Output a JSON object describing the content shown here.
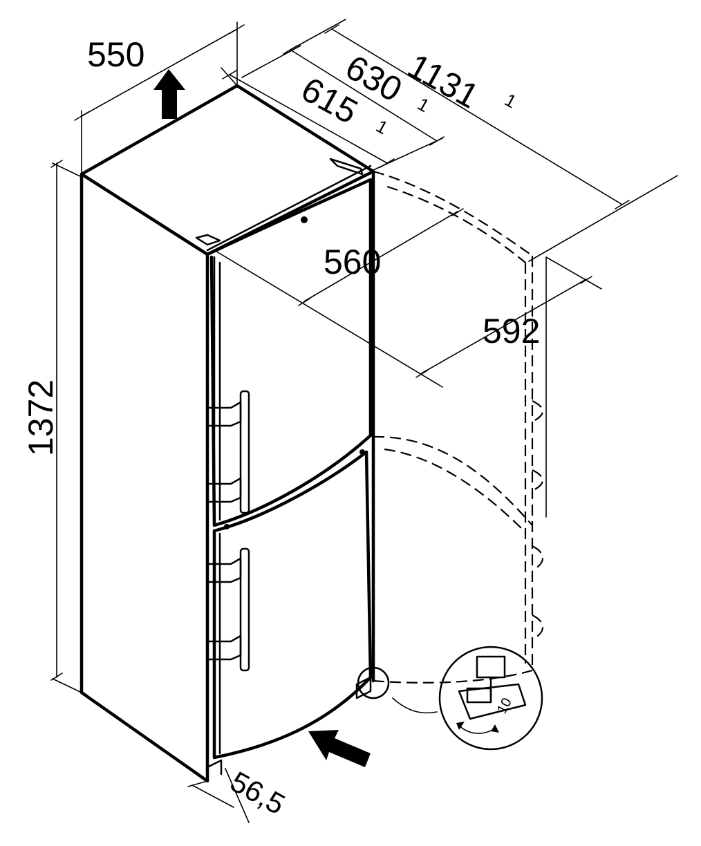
{
  "dimensions": {
    "width": "550",
    "depth_with_handle": "630",
    "depth_with_handle_note": "1",
    "depth_open_door": "1131",
    "depth_open_door_note": "1",
    "depth_body": "615",
    "depth_body_note": "1",
    "door_swing_depth": "560",
    "open_width": "592",
    "height": "1372",
    "bottom_vent": "56,5"
  },
  "detail": {
    "wrench_size": "10"
  }
}
